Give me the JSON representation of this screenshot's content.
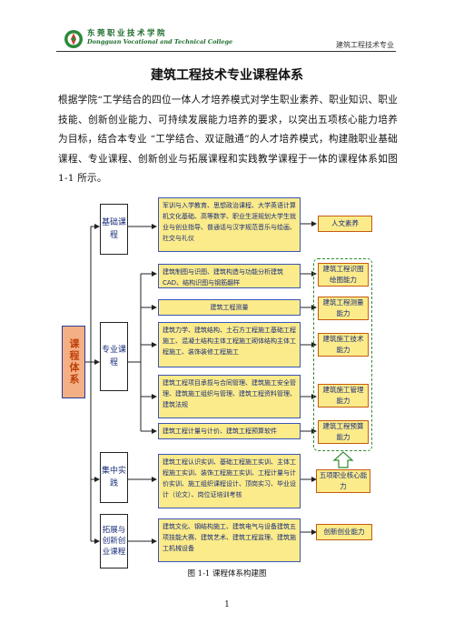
{
  "header": {
    "logo_cn": "东莞职业技术学院",
    "logo_en": "Dongguan Vocational and Technical College",
    "right_text": "建筑工程技术专业"
  },
  "title": "建筑工程技术专业课程体系",
  "paragraph": "根据学院“工学结合的四位一体人才培养模式对学生职业素养、职业知识、职业技能、创新创业能力、可持续发展能力培养的要求，以突出五项核心能力培养为目标，结合本专业 “工学结合、双证融通”的人才培养模式，构建融职业基础课程、专业课程、创新创业与拓展课程和实践教学课程于一体的课程体系如图 1-1 所示。",
  "diagram": {
    "root": "课程体系",
    "categories": {
      "basic": "基础课程",
      "major": "专业课程",
      "practice": "集中实践",
      "expand": "拓展与创新创业课程"
    },
    "courses": {
      "basic_1": "军训与入学教育、思想政治课程、大学英语计算机文化基础、高等数学、职业生涯规划大学生就业与创业指导、普通话与汉字规范音乐与绘画、社交与礼仪",
      "major_1": "建筑制图与识图、建筑构造与功能分析建筑 CAD、结构识图与钢筋翻样",
      "major_2": "建筑工程测量",
      "major_3": "建筑力学、建筑结构、土石方工程施工基础工程施工、混凝土结构主体工程施工砌体结构主体工程施工、装饰装修工程施工",
      "major_4": "建筑工程项目承揽与合同管理、建筑施工安全管理、建筑施工组织与管理、建筑工程资料管理、建筑法规",
      "major_5": "建筑工程计量与计价、建筑工程预算软件",
      "practice_1": "建筑工程认识实训、基础工程施工实训、主体工程施工实训、装饰工程施工实训、工程计量与计价实训、施工组织课程设计、顶岗实习、毕业设计（论文）、岗位证培训考核",
      "expand_1": "建筑文化、钢结构施工、建筑电气与设备建筑五项技能大赛、建筑艺术、建筑工程监理、建筑施工机械设备"
    },
    "outcomes": {
      "humanities": "人文素养",
      "drawing": "建筑工程识图绘图能力",
      "survey": "建筑工程测量能力",
      "construction": "建筑施工技术能力",
      "management": "建筑施工管理能力",
      "budget": "建筑工程预算能力",
      "core": "五项职业核心能力",
      "innovation": "创新创业能力"
    }
  },
  "caption": "图 1-1  课程体系构建图",
  "page_number": "1"
}
